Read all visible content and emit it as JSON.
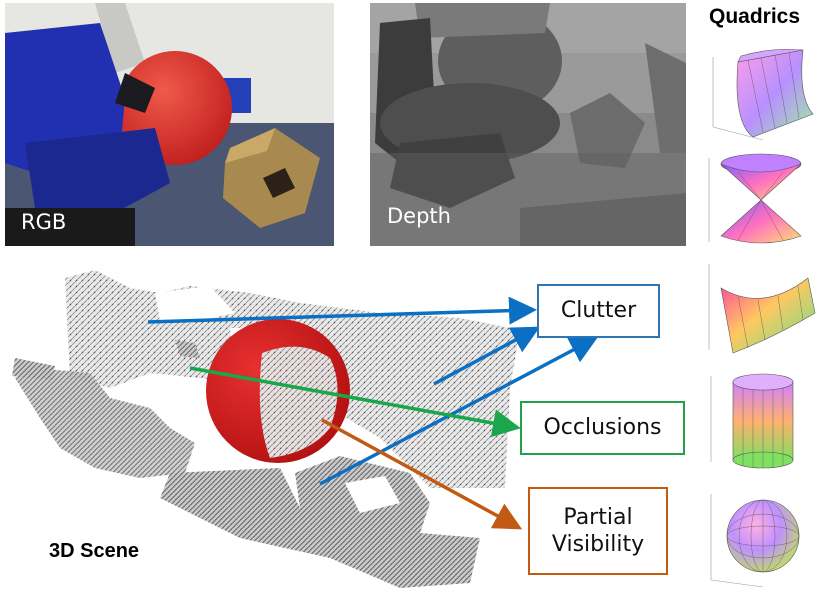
{
  "rgb_panel": {
    "label": "RGB"
  },
  "depth_panel": {
    "label": "Depth"
  },
  "quadrics": {
    "title": "Quadrics"
  },
  "scene": {
    "title": "3D Scene"
  },
  "callouts": {
    "clutter": {
      "text": "Clutter",
      "color": "#2e75b6"
    },
    "occlusions": {
      "text": "Occlusions",
      "color": "#22a34a"
    },
    "partial_visibility": {
      "line1": "Partial",
      "line2": "Visibility",
      "color": "#c55a11"
    }
  },
  "colors": {
    "sphere_red": "#d41f1f",
    "chair_blue": "#1d2a9c",
    "arrow_blue": "#0b6fc3",
    "arrow_green": "#1aa64a",
    "arrow_orange": "#c35a14"
  }
}
